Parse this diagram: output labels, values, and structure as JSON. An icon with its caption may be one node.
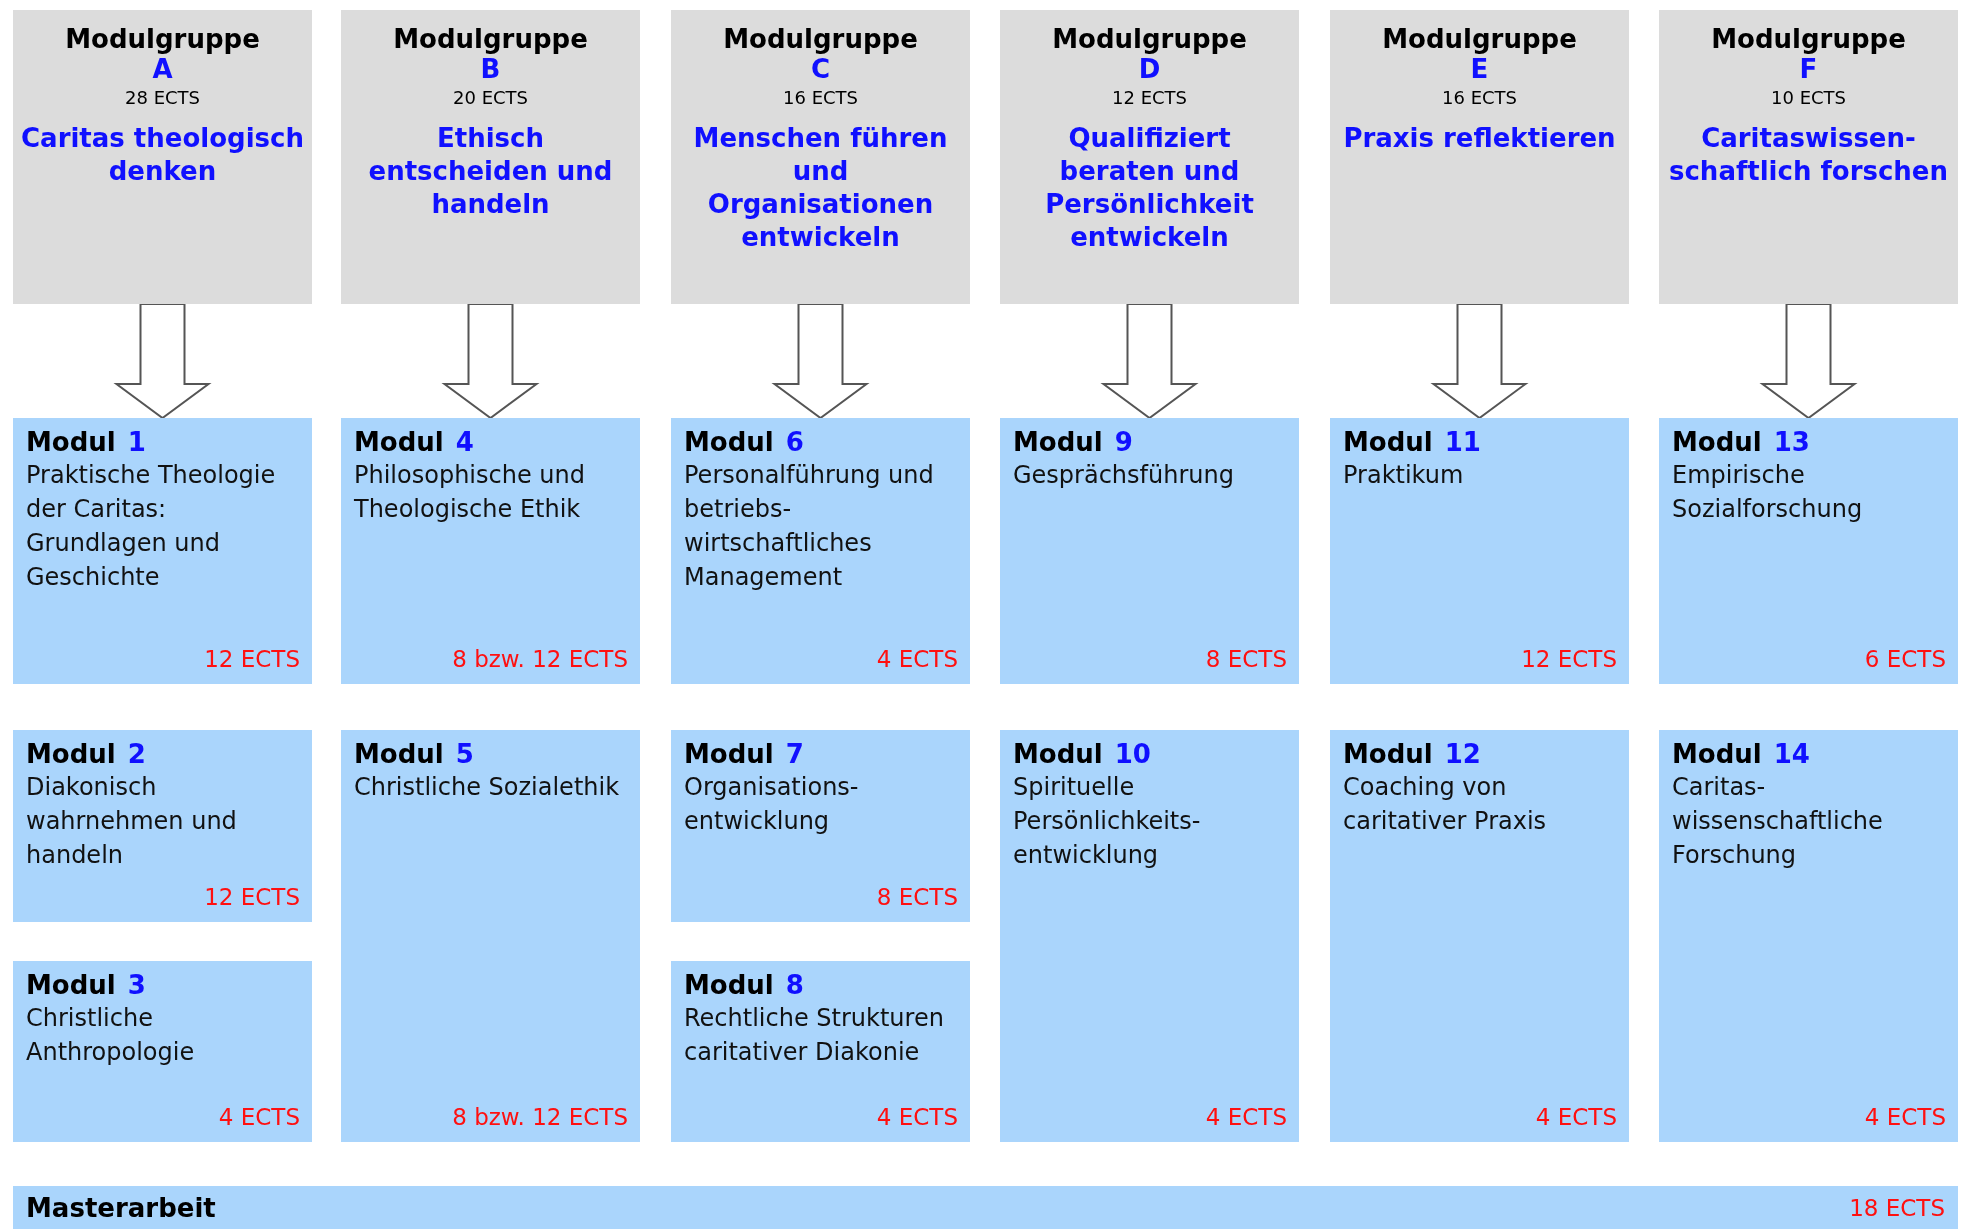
{
  "diagram": {
    "nodes": [
      {
        "text": [
          "Modulgruppe",
          "A",
          "28 ECTS",
          "Caritas theologisch denken"
        ]
      },
      {
        "text": [
          "Modulgruppe",
          "B",
          "20 ECTS",
          "Ethisch entscheiden und handeln"
        ]
      },
      {
        "text": [
          "Modulgruppe",
          "C",
          "16 ECTS",
          "Menschen führen und Organisationen entwickeln"
        ]
      },
      {
        "text": [
          "Modulgruppe",
          "D",
          "12 ECTS",
          "Qualifiziert beraten und Persönlichkeit entwickeln"
        ]
      },
      {
        "text": [
          "Modulgruppe",
          "E",
          "16 ECTS",
          "Praxis reflektieren"
        ]
      },
      {
        "text": [
          "Modulgruppe",
          "F",
          "10 ECTS",
          "Caritaswissen-schaftlich forschen"
        ]
      },
      {
        "text": [
          "Modul",
          "1",
          "Praktische Theologie der Caritas: Grundlagen und Geschichte",
          "12 ECTS"
        ]
      },
      {
        "text": [
          "Modul",
          "2",
          "Diakonisch wahrnehmen und handeln",
          "12 ECTS"
        ]
      },
      {
        "text": [
          "Modul",
          "3",
          "Christliche Anthropologie",
          "4 ECTS"
        ]
      },
      {
        "text": [
          "Modul",
          "4",
          "Philosophische und Theologische Ethik",
          "8 bzw. 12 ECTS"
        ]
      },
      {
        "text": [
          "Modul",
          "5",
          "Christliche Sozialethik",
          "8 bzw. 12 ECTS"
        ]
      },
      {
        "text": [
          "Modul",
          "6",
          "Personalführung und betriebs-wirtschaftliches Management",
          "4 ECTS"
        ]
      },
      {
        "text": [
          "Modul",
          "7",
          "Organisations-entwicklung",
          "8 ECTS"
        ]
      },
      {
        "text": [
          "Modul",
          "8",
          "Rechtliche Strukturen caritativer Diakonie",
          "4 ECTS"
        ]
      },
      {
        "text": [
          "Modul",
          "9",
          "Gesprächsführung",
          "8 ECTS"
        ]
      },
      {
        "text": [
          "Modul",
          "10",
          "Spirituelle Persönlichkeits-entwicklung",
          "4 ECTS"
        ]
      },
      {
        "text": [
          "Modul",
          "11",
          "Praktikum",
          "12 ECTS"
        ]
      },
      {
        "text": [
          "Modul",
          "12",
          "Coaching von caritativer Praxis",
          "4 ECTS"
        ]
      },
      {
        "text": [
          "Modul",
          "13",
          "Empirische Sozialforschung",
          "6 ECTS"
        ]
      },
      {
        "text": [
          "Modul",
          "14",
          "Caritas-wissenschaftliche Forschung",
          "4 ECTS"
        ]
      },
      {
        "text": [
          "Masterarbeit",
          "18 ECTS"
        ]
      }
    ],
    "edges": [
      {
        "from": 0,
        "to": 6,
        "arrow": "to"
      },
      {
        "from": 1,
        "to": 9,
        "arrow": "to"
      },
      {
        "from": 2,
        "to": 11,
        "arrow": "to"
      },
      {
        "from": 3,
        "to": 14,
        "arrow": "to"
      },
      {
        "from": 4,
        "to": 16,
        "arrow": "to"
      },
      {
        "from": 5,
        "to": 18,
        "arrow": "to"
      }
    ]
  }
}
